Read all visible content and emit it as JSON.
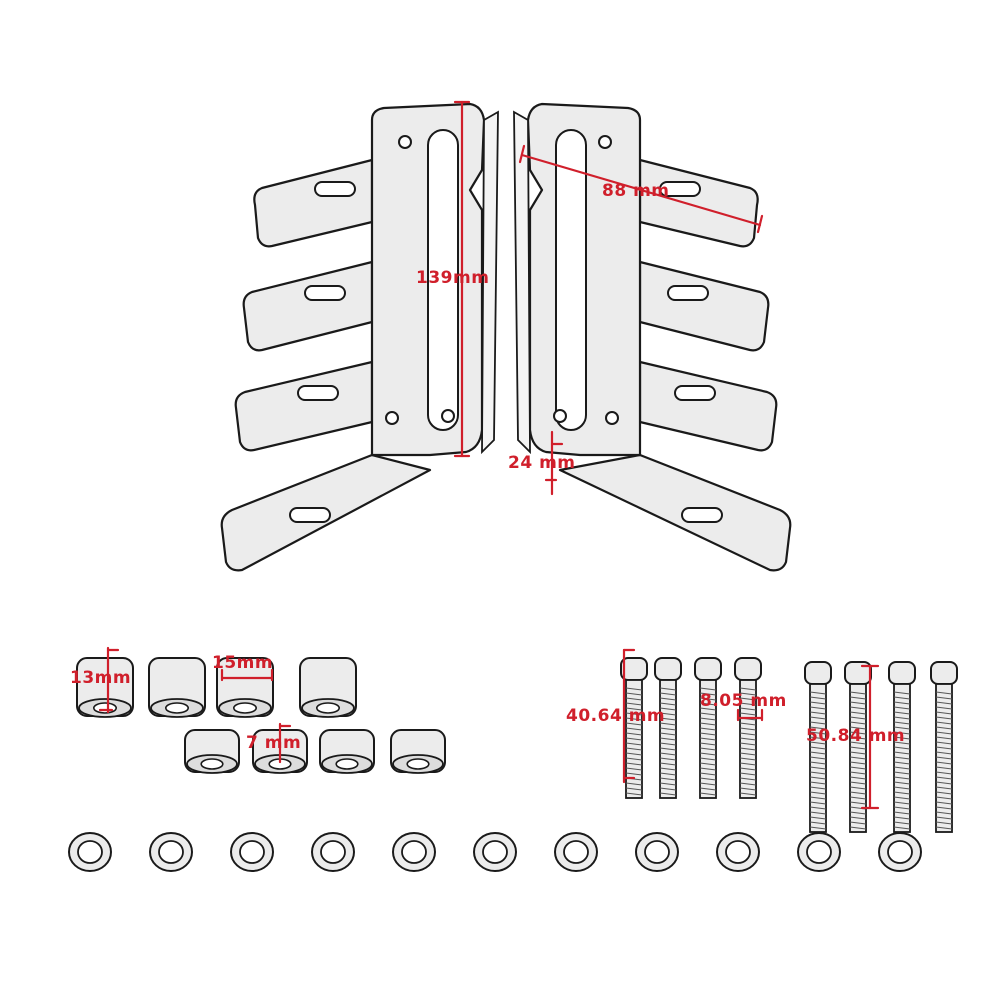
{
  "dimensions": {
    "bracket_length": "139mm",
    "bracket_width": "88 mm",
    "bracket_thickness": "24 mm",
    "spacer_large_height": "13mm",
    "spacer_large_diameter": "15mm",
    "spacer_small_height": "7 mm",
    "bolt_short_length": "40.64 mm",
    "bolt_head_diameter": "8.05 mm",
    "bolt_long_length": "50.84 mm"
  },
  "colors": {
    "dimension": "#d01f2b",
    "outline": "#1a1a1a",
    "metal": "#ececec",
    "background": "#ffffff"
  },
  "parts": {
    "brackets": 2,
    "spacers_large": 4,
    "spacers_small": 4,
    "bolts_short": 4,
    "bolts_long": 4,
    "washers": 11
  }
}
